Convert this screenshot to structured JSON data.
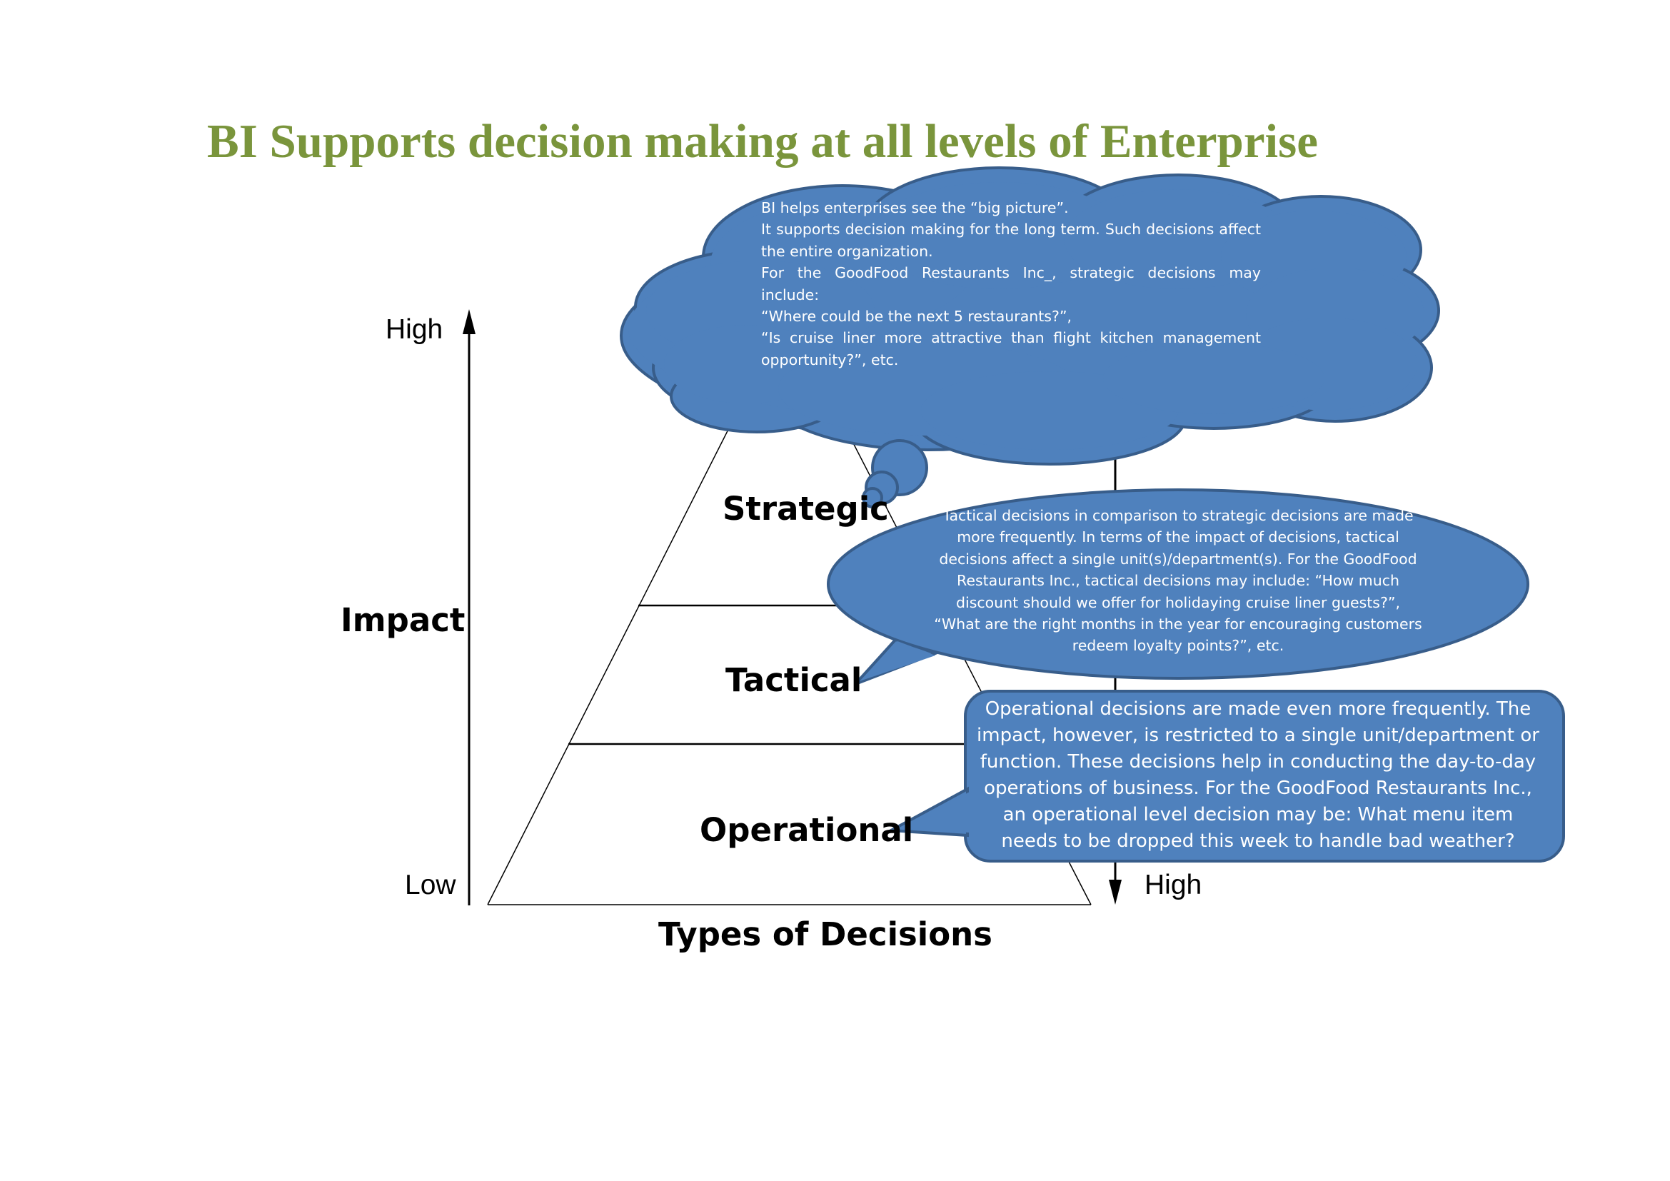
{
  "title": "BI Supports decision making at all levels of Enterprise",
  "axes": {
    "impact_label": "Impact",
    "impact_high": "High",
    "impact_low": "Low",
    "frequency_high": "High",
    "x_label": "Types of Decisions"
  },
  "levels": {
    "strategic": "Strategic",
    "tactical": "Tactical",
    "operational": "Operational"
  },
  "callouts": {
    "strategic_lines": [
      "BI helps enterprises see the “big picture”.",
      "It supports decision making for the long term. Such decisions affect the entire organization.",
      "For the GoodFood Restaurants Inc_, strategic decisions may include:",
      "“Where could be the next 5 restaurants?”,",
      "“Is cruise liner more attractive than flight kitchen management opportunity?”, etc."
    ],
    "tactical": "Tactical decisions in comparison to strategic decisions are made more frequently. In terms of the impact of decisions, tactical decisions affect a single unit(s)/department(s). For the GoodFood Restaurants Inc., tactical decisions may include: “How much discount should we offer for holidaying cruise liner guests?”, “What are the right months in the year for encouraging customers redeem loyalty points?”, etc.",
    "operational": "Operational decisions are made even more frequently. The impact, however, is restricted to a single unit/department or function. These decisions help in conducting the day-to-day operations of business. For the GoodFood Restaurants Inc., an operational level decision may be: What menu item needs to be dropped this week to handle bad weather?"
  },
  "colors": {
    "title": "#7a953c",
    "callout_fill": "#4f81bd",
    "callout_stroke": "#385d8a"
  }
}
